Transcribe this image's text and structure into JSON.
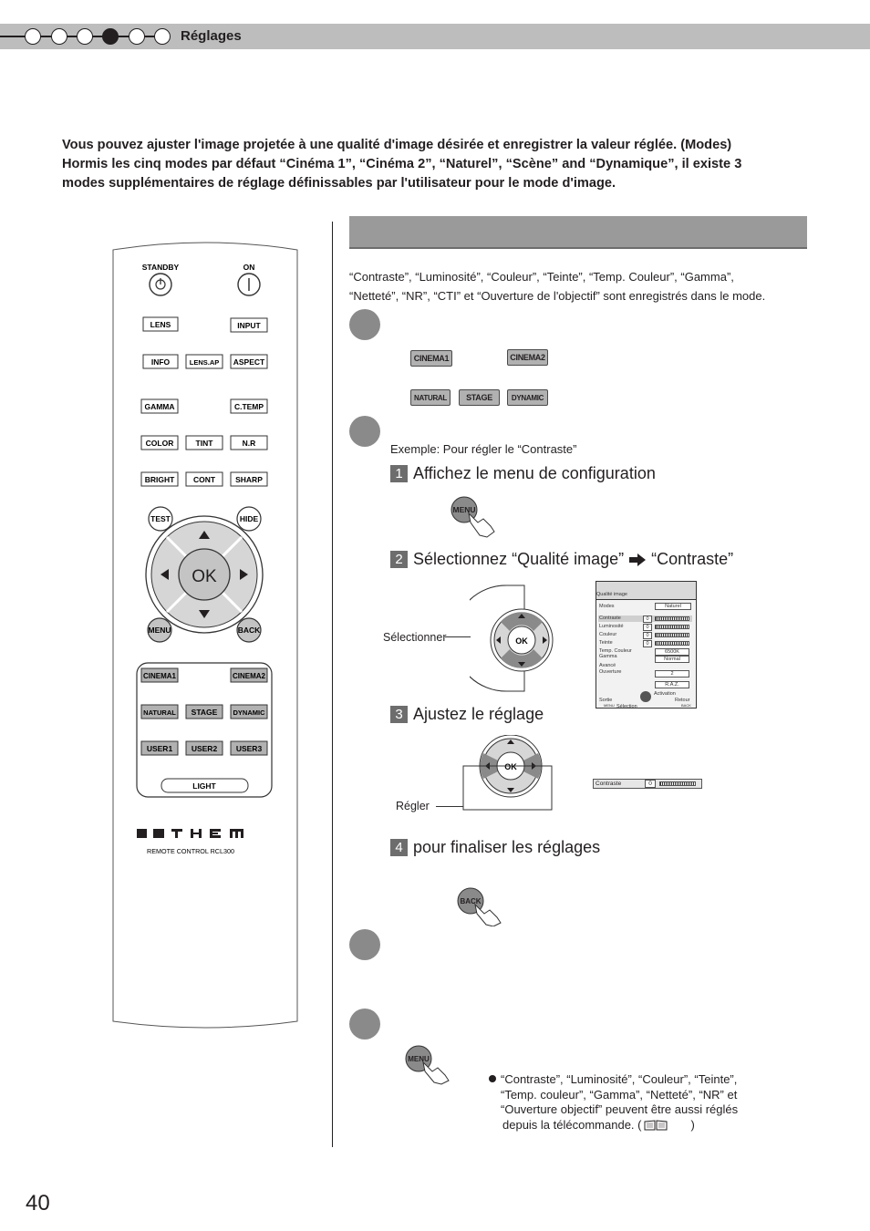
{
  "header": {
    "section": "Réglages"
  },
  "intro": {
    "line1": "Vous pouvez ajuster l'image projetée à une qualité d'image désirée et enregistrer la valeur réglée. (Modes)",
    "line2": "Hormis les cinq modes par défaut “Cinéma 1”, “Cinéma 2”, “Naturel”, “Scène” and “Dynamique”, il existe 3",
    "line3": "modes supplémentaires de réglage définissables par l'utilisateur pour le mode d'image."
  },
  "saved_note": {
    "line1": "“Contraste”, “Luminosité”, “Couleur”, “Teinte”, “Temp. Couleur”, “Gamma”,",
    "line2": "“Netteté”, “NR”, “CTI” et “Ouverture de l'objectif” sont enregistrés dans le mode."
  },
  "mode_buttons": {
    "cinema1": "CINEMA1",
    "cinema2": "CINEMA2",
    "natural": "NATURAL",
    "stage": "STAGE",
    "dynamic": "DYNAMIC"
  },
  "example": "Exemple: Pour régler le “Contraste”",
  "substeps": [
    {
      "num": "1",
      "text": "Affichez le menu de configuration"
    },
    {
      "num": "2",
      "text_a": "Sélectionnez “Qualité image”",
      "text_b": "“Contraste”"
    },
    {
      "num": "3",
      "text": "Ajustez le réglage"
    },
    {
      "num": "4",
      "text": "pour finaliser les réglages"
    }
  ],
  "labels": {
    "select": "Sélectionner",
    "adjust": "Régler",
    "menu": "MENU",
    "back": "BACK",
    "ok": "OK"
  },
  "menu_screen": {
    "tab": "Qualité image",
    "modes_label": "Modes",
    "modes_value": "Naturel",
    "rows": [
      {
        "label": "Contraste",
        "value": "0"
      },
      {
        "label": "Luminosité",
        "value": "0"
      },
      {
        "label": "Couleur",
        "value": "0"
      },
      {
        "label": "Teinte",
        "value": "0"
      }
    ],
    "temp_label": "Temp. Couleur",
    "temp_value": "6500K",
    "gamma_label": "Gamma",
    "gamma_value": "Normal",
    "avance_label": "Avancé",
    "ouverture_label": "Ouverture",
    "ouverture_value": "2",
    "raz": "R.A.Z.",
    "activation": "Activation",
    "sortie": "Sortie",
    "retour": "Retour",
    "selection": "Sélection",
    "menu_small": "MENU",
    "back_small": "BACK"
  },
  "contrast_bar": {
    "label": "Contraste",
    "value": "0"
  },
  "bullet_note": {
    "line1": "“Contraste”, “Luminosité”, “Couleur”, “Teinte”,",
    "line2": "“Temp. couleur”, “Gamma”, “Netteté”, “NR” et",
    "line3": "“Ouverture objectif” peuvent être aussi réglés",
    "line4": "depuis la télécommande. (",
    "line4_end": ")"
  },
  "remote": {
    "standby": "STANDBY",
    "on": "ON",
    "lens": "LENS",
    "input": "INPUT",
    "info": "INFO",
    "lens_ap": "LENS.AP",
    "aspect": "ASPECT",
    "gamma": "GAMMA",
    "ctemp": "C.TEMP",
    "color": "COLOR",
    "tint": "TINT",
    "nr": "N.R",
    "bright": "BRIGHT",
    "cont": "CONT",
    "sharp": "SHARP",
    "test": "TEST",
    "hide": "HIDE",
    "ok": "OK",
    "menu": "MENU",
    "back": "BACK",
    "cinema1": "CINEMA1",
    "cinema2": "CINEMA2",
    "natural": "NATURAL",
    "stage": "STAGE",
    "dynamic": "DYNAMIC",
    "user1": "USER1",
    "user2": "USER2",
    "user3": "USER3",
    "light": "LIGHT",
    "brand": "ANTHEM",
    "model": "REMOTE CONTROL RCL300"
  },
  "page_number": "40"
}
